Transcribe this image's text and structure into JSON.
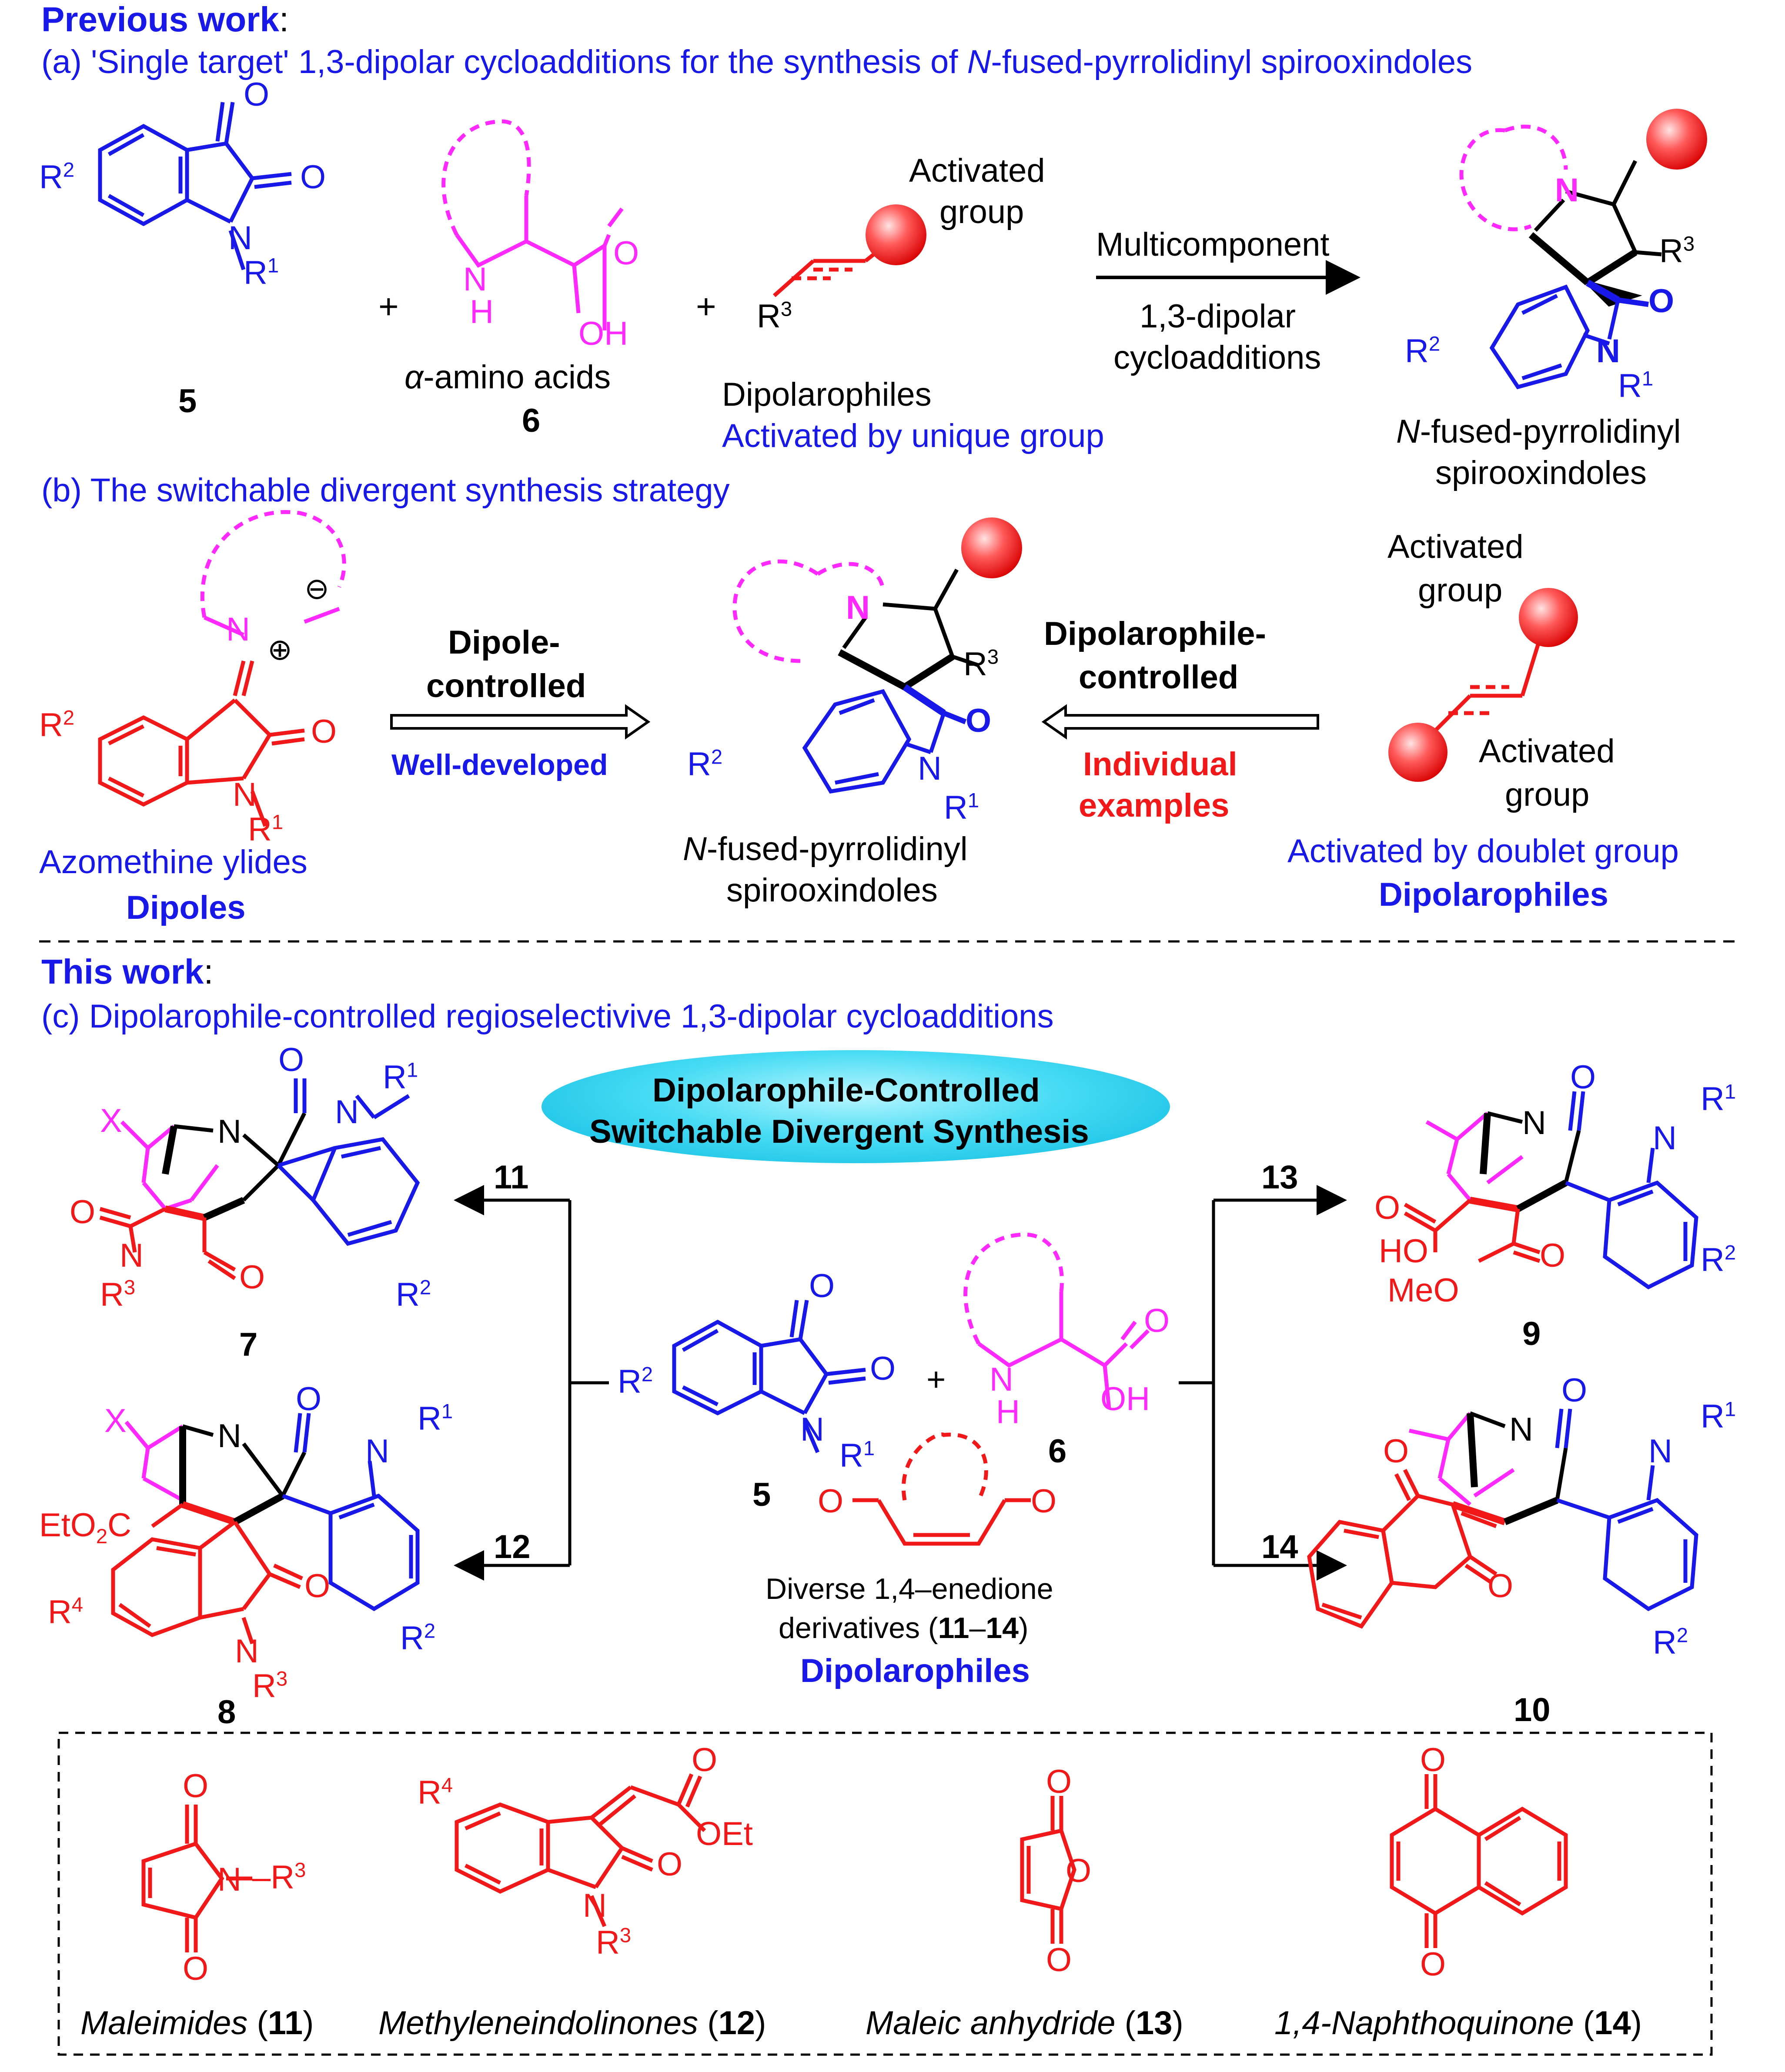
{
  "colors": {
    "text_blue": "#1818e8",
    "red": "#f01818",
    "magenta": "#ff28ff",
    "black": "#000000",
    "cyan": "#18c8ec"
  },
  "header": {
    "previous_work": "Previous work",
    "this_work": "This work",
    "colon": ":"
  },
  "section_a": {
    "title_pre": "(a) 'Single target' 1,3-dipolar cycloadditions for the synthesis of ",
    "title_em": "N",
    "title_post": "-fused-pyrrolidinyl spirooxindoles",
    "isatin_number": "5",
    "amino_acid_label_greek": "α",
    "amino_acid_label": "-amino acids",
    "amino_acid_number": "6",
    "activated_group_1": "Activated",
    "activated_group_2": "group",
    "dipolarophiles": "Dipolarophiles",
    "activated_unique": "Activated by unique group",
    "arrow_top": "Multicomponent",
    "arrow_bottom_1": "1,3-dipolar",
    "arrow_bottom_2": "cycloadditions",
    "product_em": "N",
    "product_1": "-fused-pyrrolidinyl",
    "product_2": "spirooxindoles"
  },
  "section_b": {
    "title": "(b) The switchable divergent synthesis strategy",
    "ylides": "Azomethine ylides",
    "dipoles": "Dipoles",
    "left_arrow_1": "Dipole-",
    "left_arrow_2": "controlled",
    "well_developed": "Well-developed",
    "right_arrow_1": "Dipolarophile-",
    "right_arrow_2": "controlled",
    "individual_1": "Individual",
    "individual_2": "examples",
    "product_em": "N",
    "product_1": "-fused-pyrrolidinyl",
    "product_2": "spirooxindoles",
    "activated_top_1": "Activated",
    "activated_top_2": "group",
    "activated_bottom_1": "Activated",
    "activated_bottom_2": "group",
    "activated_doublet": "Activated by doublet group",
    "dipolarophiles": "Dipolarophiles"
  },
  "section_c": {
    "title": "(c) Dipolarophile-controlled regioselectivive 1,3-dipolar cycloadditions",
    "pill_1": "Dipolarophile-Controlled",
    "pill_2": "Switchable Divergent Synthesis",
    "arrow_11": "11",
    "arrow_12": "12",
    "arrow_13": "13",
    "arrow_14": "14",
    "product_7": "7",
    "product_8": "8",
    "product_9": "9",
    "product_10": "10",
    "isatin_number": "5",
    "amino_number": "6",
    "enedione_1": "Diverse 1,4–enedione",
    "enedione_2_pre": "derivatives (",
    "enedione_2_bold": "11",
    "enedione_2_dash": "–",
    "enedione_2_bold2": "14",
    "enedione_2_post": ")",
    "dipolarophiles": "Dipolarophiles"
  },
  "legend": {
    "items": [
      {
        "name": "Maleimides",
        "number": "11"
      },
      {
        "name": "Methyleneindolinones",
        "number": "12"
      },
      {
        "name": "Maleic anhydride",
        "number": "13"
      },
      {
        "name": "1,4-Naphthoquinone",
        "number": "14"
      }
    ],
    "open_paren": " (",
    "close_paren": ")"
  },
  "atoms": {
    "N": "N",
    "O": "O",
    "H": "H",
    "OH": "OH",
    "HO": "HO",
    "X": "X",
    "MeO": "MeO",
    "EtO2C": "EtO",
    "sub2": "2",
    "C": "C",
    "OEt": "OEt",
    "R": "R",
    "r1": "1",
    "r2": "2",
    "r3": "3",
    "r4": "4",
    "minus": "⊖",
    "plus": "⊕"
  }
}
